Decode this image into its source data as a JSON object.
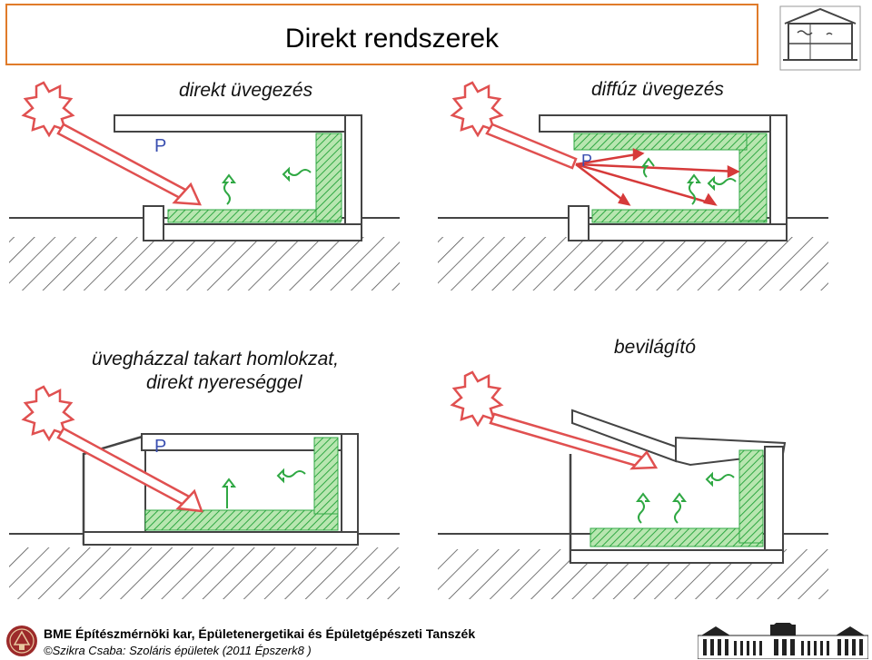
{
  "title": "Direkt rendszerek",
  "captions": {
    "direct_glazing": "direkt üvegezés",
    "diffuse_glazing": "diffúz üvegezés",
    "greenhouse_line1": "üvegházzal takart homlokzat,",
    "greenhouse_line2": "direkt nyereséggel",
    "skylight": "bevilágító"
  },
  "footer": {
    "line1": "BME Építészmérnöki kar, Épületenergetikai és Épületgépészeti Tanszék",
    "line2": "©Szikra Csaba: Szoláris épületek  (2011 Épszerk8 )"
  },
  "colors": {
    "accent_border": "#e07b2a",
    "sun": "#e05050",
    "ray": "#e05050",
    "mass": "#33b84a",
    "ink": "#3a3a3a"
  },
  "icons": [
    "sun-icon",
    "heat-rise-icon",
    "heat-radiate-icon",
    "person-icon"
  ]
}
